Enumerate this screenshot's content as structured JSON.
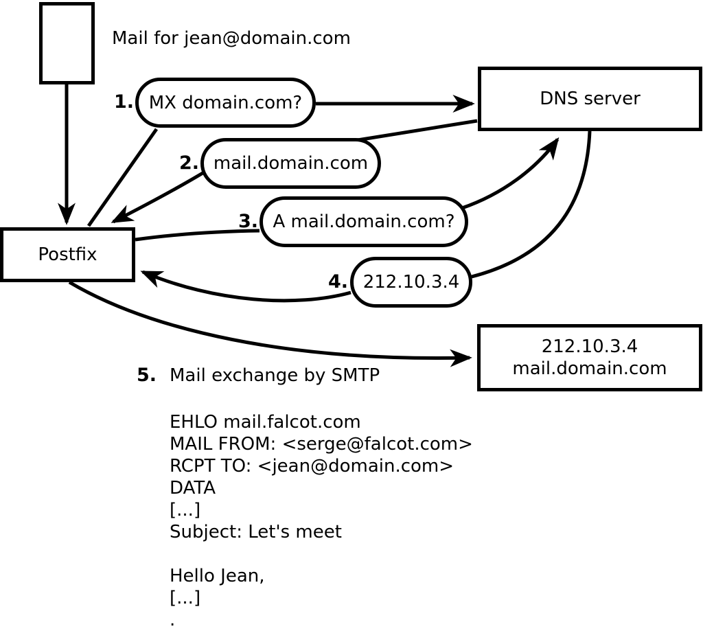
{
  "diagram": {
    "mail_note": "Mail for jean@domain.com",
    "nodes": {
      "mail_document": {
        "label": ""
      },
      "postfix": {
        "label": "Postfix"
      },
      "dns": {
        "label": "DNS server"
      },
      "mailserver": {
        "line1": "212.10.3.4",
        "line2": "mail.domain.com"
      }
    },
    "steps": [
      {
        "num": "1.",
        "label": "MX domain.com?"
      },
      {
        "num": "2.",
        "label": "mail.domain.com"
      },
      {
        "num": "3.",
        "label": "A mail.domain.com?"
      },
      {
        "num": "4.",
        "label": "212.10.3.4"
      },
      {
        "num": "5.",
        "label": "Mail exchange by SMTP"
      }
    ],
    "smtp_transcript": [
      "EHLO mail.falcot.com",
      "MAIL FROM: <serge@falcot.com>",
      "RCPT TO: <jean@domain.com>",
      "DATA",
      "[...]",
      "Subject: Let's meet",
      "",
      "Hello Jean,",
      "[...]",
      "."
    ]
  },
  "colors": {
    "stroke": "#000000",
    "background": "#ffffff"
  }
}
